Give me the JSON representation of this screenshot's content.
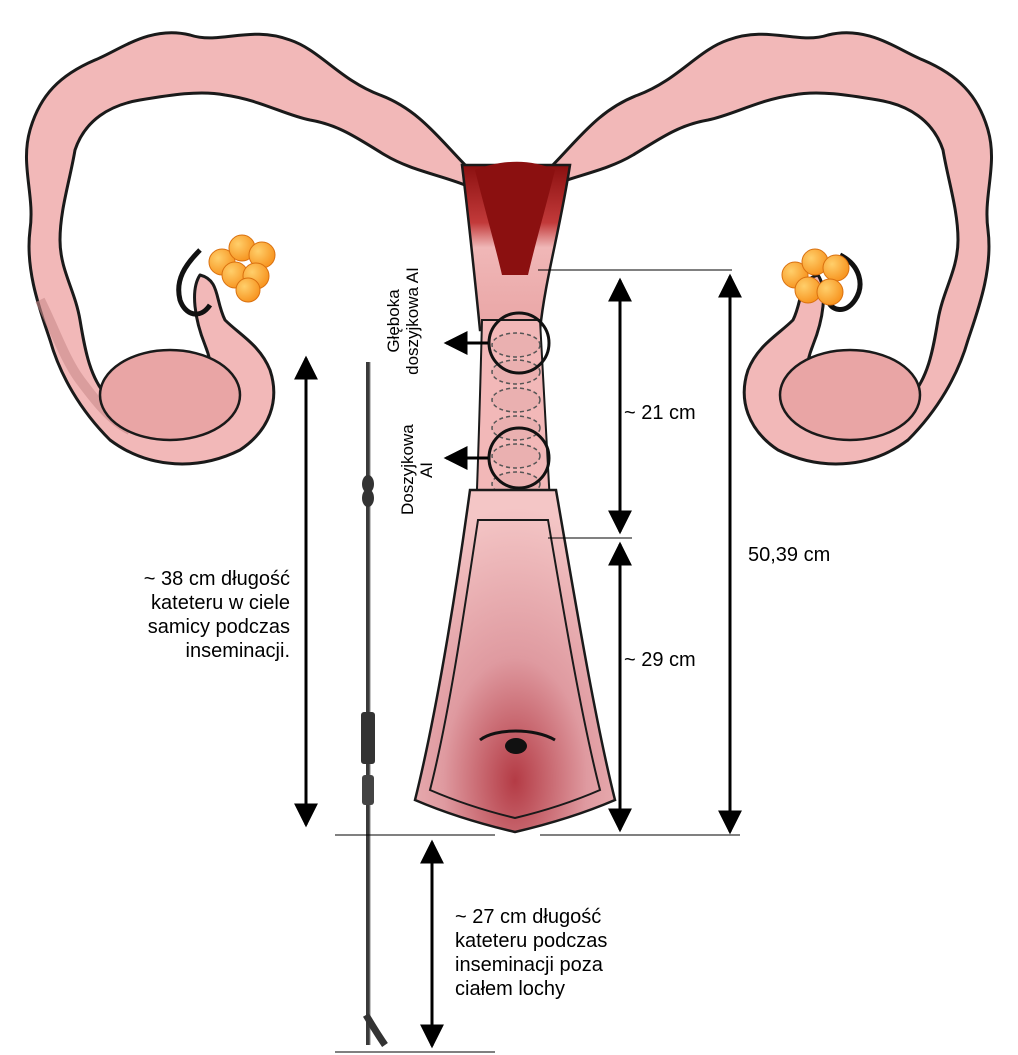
{
  "labels": {
    "deep_ai": "Głęboka\ndoszyjkowa AI",
    "cervical_ai": "Doszyjkowa\nAI",
    "len_21": "~ 21 cm",
    "len_29": "~ 29 cm",
    "len_total": "50,39 cm",
    "catheter_inside": "~ 38 cm długość\nkateteru w ciele\nsamicy podczas\ninseminacji.",
    "catheter_outside": "~ 27 cm długość\nkateteru podczas\ninseminacji poza\nciałem lochy"
  },
  "colors": {
    "tissue": "#f2b8b8",
    "tissue_outline": "#1a1a1a",
    "uterus_dark": "#8b1010",
    "ovary": "#f7931e",
    "ovary_highlight": "#ffcf6b",
    "catheter": "#3a3a3a"
  }
}
